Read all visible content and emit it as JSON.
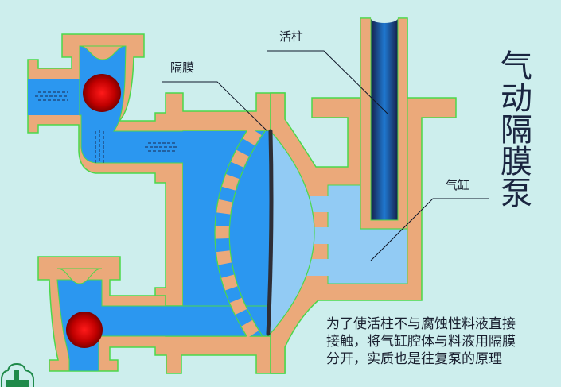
{
  "title": "气动隔膜泵",
  "labels": {
    "piston": "活柱",
    "diaphragm": "隔膜",
    "cylinder": "气缸"
  },
  "description": [
    "为了使活柱不与腐蚀性料液直接",
    "接触，将气缸腔体与料液用隔膜",
    "分开，实质也是往复泵的原理"
  ],
  "colors": {
    "background": "#cdeeed",
    "housing": "#eba97a",
    "liquid": "#2b97f0",
    "air_chamber": "#92cbf4",
    "outline": "#4bd84b",
    "ball": "#cc0000",
    "piston": "#1a5aa8"
  }
}
